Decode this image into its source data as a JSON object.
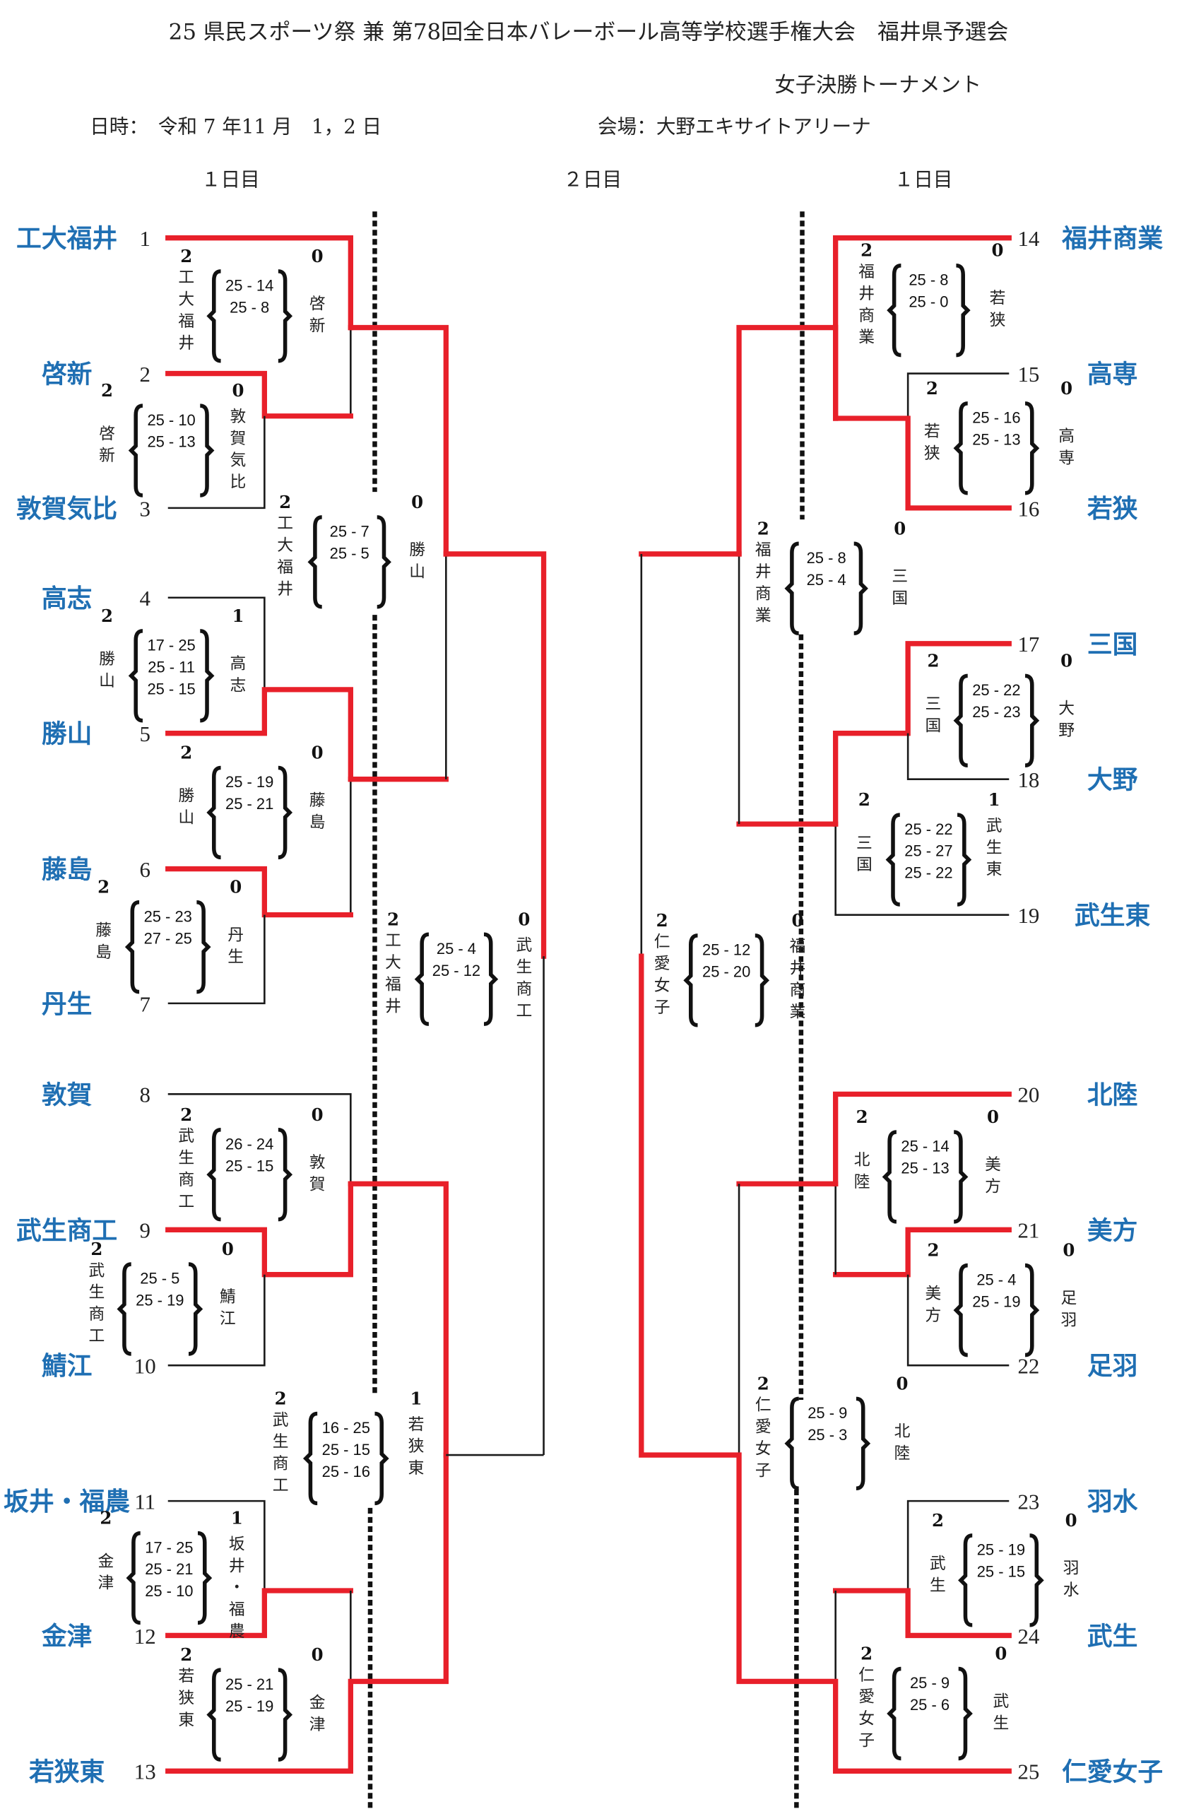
{
  "header": {
    "title": "25 県民スポーツ祭 兼 第78回全日本バレーボール高等学校選手権大会　福井県予選会",
    "subtitle": "女子決勝トーナメント",
    "date_label": "日時：　令和 7 年11 月　1，2 日",
    "venue_label": "会場：大野エキサイトアリーナ",
    "day_left": "１日目",
    "day_center": "２日目",
    "day_right": "１日目"
  },
  "colors": {
    "team_name": "#1f6fb3",
    "winner_line": "#e8202a",
    "loser_line": "#1a1a1a"
  },
  "teams": [
    {
      "seed": "1",
      "name": "工大福井"
    },
    {
      "seed": "2",
      "name": "啓新"
    },
    {
      "seed": "3",
      "name": "敦賀気比"
    },
    {
      "seed": "4",
      "name": "高志"
    },
    {
      "seed": "5",
      "name": "勝山"
    },
    {
      "seed": "6",
      "name": "藤島"
    },
    {
      "seed": "7",
      "name": "丹生"
    },
    {
      "seed": "8",
      "name": "敦賀"
    },
    {
      "seed": "9",
      "name": "武生商工"
    },
    {
      "seed": "10",
      "name": "鯖江"
    },
    {
      "seed": "11",
      "name": "坂井・福農"
    },
    {
      "seed": "12",
      "name": "金津"
    },
    {
      "seed": "13",
      "name": "若狭東"
    },
    {
      "seed": "14",
      "name": "福井商業"
    },
    {
      "seed": "15",
      "name": "高専"
    },
    {
      "seed": "16",
      "name": "若狭"
    },
    {
      "seed": "17",
      "name": "三国"
    },
    {
      "seed": "18",
      "name": "大野"
    },
    {
      "seed": "19",
      "name": "武生東"
    },
    {
      "seed": "20",
      "name": "北陸"
    },
    {
      "seed": "21",
      "name": "美方"
    },
    {
      "seed": "22",
      "name": "足羽"
    },
    {
      "seed": "23",
      "name": "羽水"
    },
    {
      "seed": "24",
      "name": "武生"
    },
    {
      "seed": "25",
      "name": "仁愛女子"
    }
  ],
  "matches": [
    {
      "id": "m-2-3",
      "winner": "啓新",
      "winner_sets": "2",
      "loser": "敦賀気比",
      "loser_sets": "0",
      "scores": [
        "25 - 10",
        "25 - 13"
      ]
    },
    {
      "id": "m-1-23",
      "winner": "工大福井",
      "winner_sets": "2",
      "loser": "啓新",
      "loser_sets": "0",
      "scores": [
        "25 - 14",
        "25 - 8"
      ]
    },
    {
      "id": "m-4-5",
      "winner": "勝山",
      "winner_sets": "2",
      "loser": "高志",
      "loser_sets": "1",
      "scores": [
        "17 - 25",
        "25 - 11",
        "25 - 15"
      ]
    },
    {
      "id": "m-6-7",
      "winner": "藤島",
      "winner_sets": "2",
      "loser": "丹生",
      "loser_sets": "0",
      "scores": [
        "25 - 23",
        "27 - 25"
      ]
    },
    {
      "id": "m-45-67",
      "winner": "勝山",
      "winner_sets": "2",
      "loser": "藤島",
      "loser_sets": "0",
      "scores": [
        "25 - 19",
        "25 - 21"
      ]
    },
    {
      "id": "m-q1",
      "winner": "工大福井",
      "winner_sets": "2",
      "loser": "勝山",
      "loser_sets": "0",
      "scores": [
        "25 - 7",
        "25 - 5"
      ]
    },
    {
      "id": "m-9-10",
      "winner": "武生商工",
      "winner_sets": "2",
      "loser": "鯖江",
      "loser_sets": "0",
      "scores": [
        "25 - 5",
        "25 - 19"
      ]
    },
    {
      "id": "m-8-910",
      "winner": "武生商工",
      "winner_sets": "2",
      "loser": "敦賀",
      "loser_sets": "0",
      "scores": [
        "26 - 24",
        "25 - 15"
      ]
    },
    {
      "id": "m-11-12",
      "winner": "金津",
      "winner_sets": "2",
      "loser": "坂井・福農",
      "loser_sets": "1",
      "scores": [
        "17 - 25",
        "25 - 21",
        "25 - 10"
      ]
    },
    {
      "id": "m-1112-13",
      "winner": "若狭東",
      "winner_sets": "2",
      "loser": "金津",
      "loser_sets": "0",
      "scores": [
        "25 - 21",
        "25 - 19"
      ]
    },
    {
      "id": "m-q2",
      "winner": "武生商工",
      "winner_sets": "2",
      "loser": "若狭東",
      "loser_sets": "1",
      "scores": [
        "16 - 25",
        "25 - 15",
        "25 - 16"
      ]
    },
    {
      "id": "m-sf-left",
      "winner": "工大福井",
      "winner_sets": "2",
      "loser": "武生商工",
      "loser_sets": "0",
      "scores": [
        "25 - 4",
        "25 - 12"
      ]
    },
    {
      "id": "m-15-16",
      "winner": "若狭",
      "winner_sets": "2",
      "loser": "高専",
      "loser_sets": "0",
      "scores": [
        "25 - 16",
        "25 - 13"
      ]
    },
    {
      "id": "m-14-1516",
      "winner": "福井商業",
      "winner_sets": "2",
      "loser": "若狭",
      "loser_sets": "0",
      "scores": [
        "25 - 8",
        "25 - 0"
      ]
    },
    {
      "id": "m-17-18",
      "winner": "三国",
      "winner_sets": "2",
      "loser": "大野",
      "loser_sets": "0",
      "scores": [
        "25 - 22",
        "25 - 23"
      ]
    },
    {
      "id": "m-1718-19",
      "winner": "三国",
      "winner_sets": "2",
      "loser": "武生東",
      "loser_sets": "1",
      "scores": [
        "25 - 22",
        "25 - 27",
        "25 - 22"
      ]
    },
    {
      "id": "m-q3",
      "winner": "福井商業",
      "winner_sets": "2",
      "loser": "三国",
      "loser_sets": "0",
      "scores": [
        "25 - 8",
        "25 - 4"
      ]
    },
    {
      "id": "m-21-22",
      "winner": "美方",
      "winner_sets": "2",
      "loser": "足羽",
      "loser_sets": "0",
      "scores": [
        "25 - 4",
        "25 - 19"
      ]
    },
    {
      "id": "m-20-2122",
      "winner": "北陸",
      "winner_sets": "2",
      "loser": "美方",
      "loser_sets": "0",
      "scores": [
        "25 - 14",
        "25 - 13"
      ]
    },
    {
      "id": "m-23-24",
      "winner": "武生",
      "winner_sets": "2",
      "loser": "羽水",
      "loser_sets": "0",
      "scores": [
        "25 - 19",
        "25 - 15"
      ]
    },
    {
      "id": "m-2324-25",
      "winner": "仁愛女子",
      "winner_sets": "2",
      "loser": "武生",
      "loser_sets": "0",
      "scores": [
        "25 - 9",
        "25 - 6"
      ]
    },
    {
      "id": "m-q4",
      "winner": "仁愛女子",
      "winner_sets": "2",
      "loser": "北陸",
      "loser_sets": "0",
      "scores": [
        "25 - 9",
        "25 - 3"
      ]
    },
    {
      "id": "m-sf-right",
      "winner": "仁愛女子",
      "winner_sets": "2",
      "loser": "福井商業",
      "loser_sets": "0",
      "scores": [
        "25 - 12",
        "25 - 20"
      ]
    }
  ]
}
